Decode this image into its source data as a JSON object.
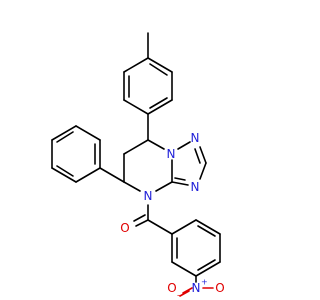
{
  "molecule": {
    "atoms": {
      "n1": "N",
      "n2": "N",
      "n3": "N",
      "n4": "N",
      "n_nitro": "N",
      "n_nitro_charge": "+",
      "o_carbonyl": "O",
      "o_nitro_1": "O",
      "o_nitro_2": "O",
      "o_nitro_2_charge": "-"
    }
  },
  "colors": {
    "carbon_bond": "#000000",
    "nitrogen": "#1f1fd8",
    "oxygen": "#e00000",
    "background": "#ffffff"
  }
}
